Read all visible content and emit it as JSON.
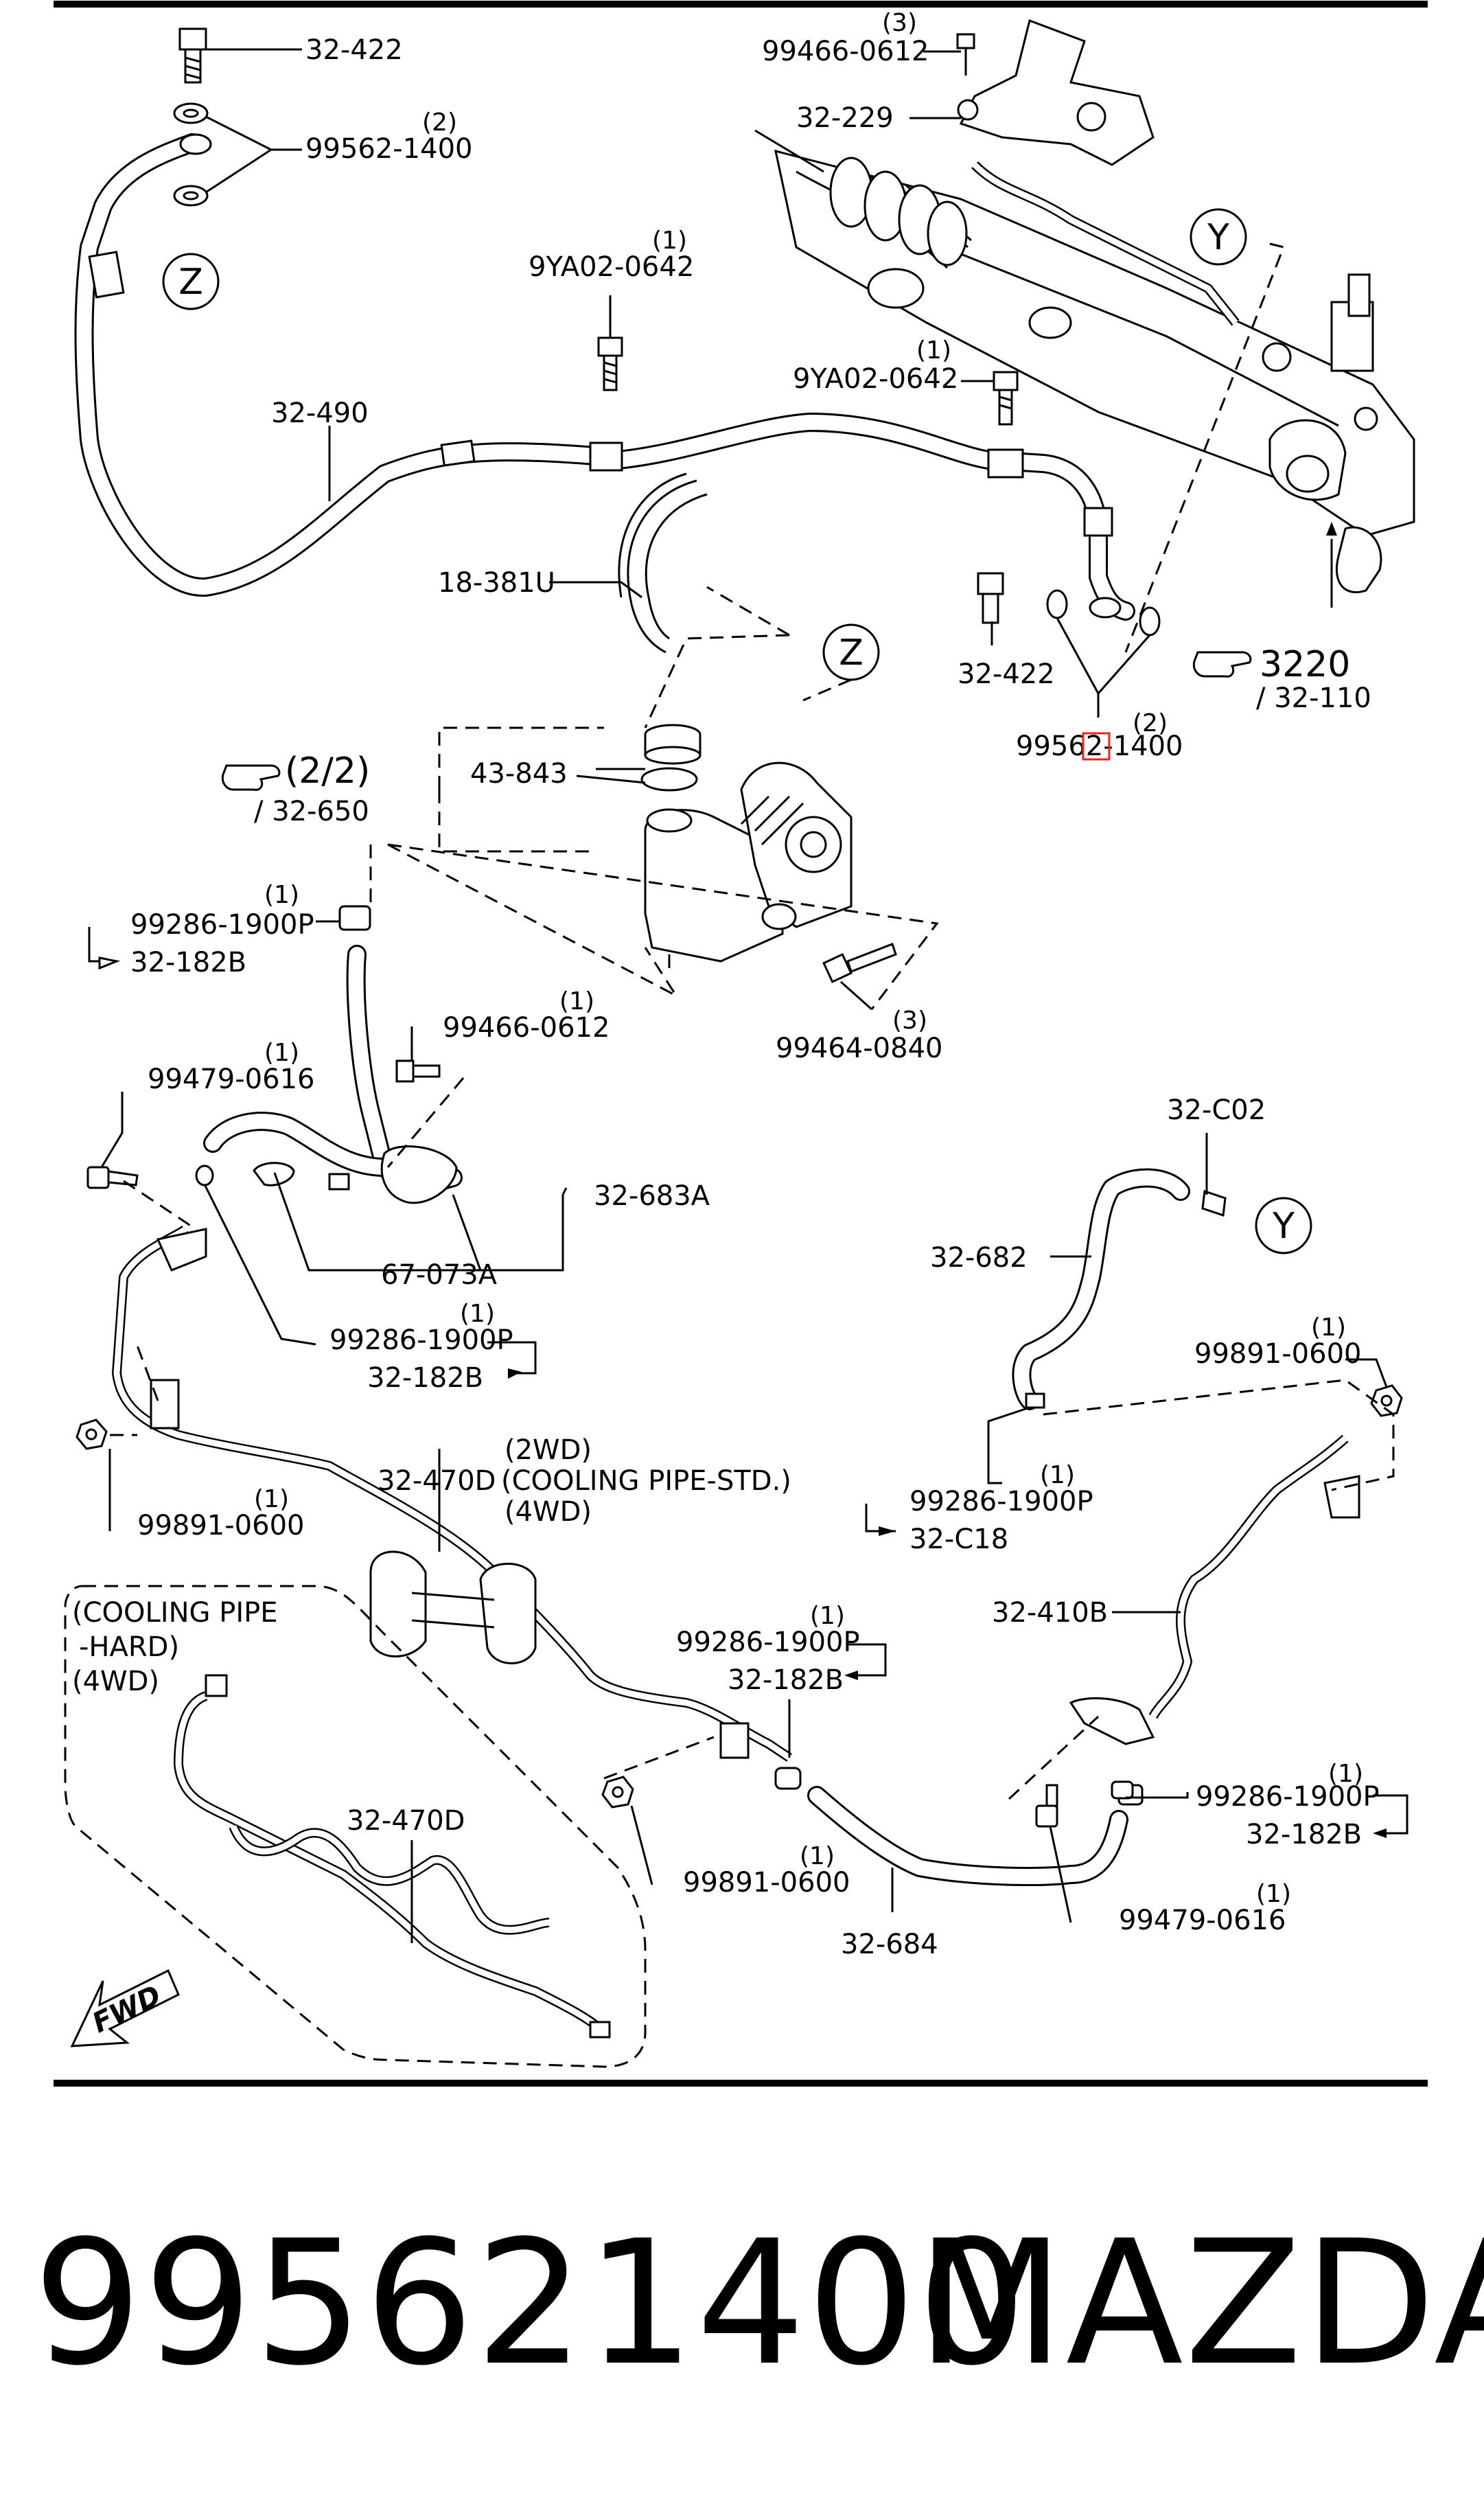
{
  "callouts": {
    "c_32_422_top": "32-422",
    "c_99562_top": "99562-1400",
    "c_99562_top_qty": "(2)",
    "c_99466_top": "99466-0612",
    "c_99466_top_qty": "(3)",
    "c_32_229": "32-229",
    "c_9ya02_a": "9YA02-0642",
    "c_9ya02_a_qty": "(1)",
    "c_9ya02_b": "9YA02-0642",
    "c_9ya02_b_qty": "(1)",
    "c_32_490": "32-490",
    "c_18_381u": "18-381U",
    "c_32_422_mid": "32-422",
    "c_99562_mid_a": "9956",
    "c_99562_mid_b": "2-",
    "c_99562_mid_c": "1400",
    "c_99562_mid_qty": "(2)",
    "c_3220": "3220",
    "c_32_110": "/ 32-110",
    "c_2_2": "(2/2)",
    "c_32_650": "/ 32-650",
    "c_43_843": "43-843",
    "c_99286_a": "99286-1900P",
    "c_99286_a_qty": "(1)",
    "c_32_182b_a": "32-182B",
    "c_99466_mid": "99466-0612",
    "c_99466_mid_qty": "(1)",
    "c_99464": "99464-0840",
    "c_99464_qty": "(3)",
    "c_99479_a": "99479-0616",
    "c_99479_a_qty": "(1)",
    "c_32_683a": "32-683A",
    "c_67_073a": "67-073A",
    "c_99286_b": "99286-1900P",
    "c_99286_b_qty": "(1)",
    "c_32_182b_b": "32-182B",
    "c_32_c02": "32-C02",
    "c_32_682": "32-682",
    "c_99891_a": "99891-0600",
    "c_99891_a_qty": "(1)",
    "c_99286_c": "99286-1900P",
    "c_99286_c_qty": "(1)",
    "c_32_c18": "32-C18",
    "c_32_470d_std": "32-470D",
    "c_2wd": "(2WD)",
    "c_cooling_std": "(COOLING PIPE-STD.)",
    "c_4wd_std": "(4WD)",
    "c_99891_b": "99891-0600",
    "c_99891_b_qty": "(1)",
    "c_32_410b": "32-410B",
    "c_cooling_hard_1": "(COOLING PIPE",
    "c_cooling_hard_2": "-HARD)",
    "c_cooling_hard_3": "(4WD)",
    "c_99286_d": "99286-1900P",
    "c_99286_d_qty": "(1)",
    "c_32_182b_d": "32-182B",
    "c_32_470d_hard": "32-470D",
    "c_99891_c": "99891-0600",
    "c_99891_c_qty": "(1)",
    "c_32_684": "32-684",
    "c_99286_e": "99286-1900P",
    "c_99286_e_qty": "(1)",
    "c_32_182b_e": "32-182B",
    "c_99479_b": "99479-0616",
    "c_99479_b_qty": "(1)",
    "fwd": "FWD",
    "circle_z1": "Z",
    "circle_z2": "Z",
    "circle_y1": "Y",
    "circle_y2": "Y"
  },
  "footer": {
    "part_number": "995621400",
    "brand": "MAZDA"
  },
  "colors": {
    "highlight": "#e8261f",
    "ink": "#000000",
    "background": "#ffffff"
  }
}
